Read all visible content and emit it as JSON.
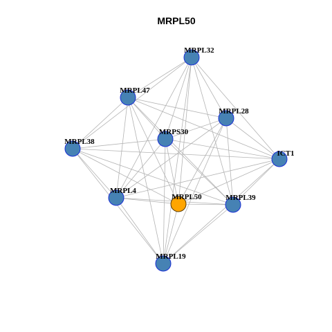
{
  "title": "MRPL50",
  "colors": {
    "node_fill": "#4682b4",
    "node_stroke": "#1a2fd6",
    "focus_fill": "#ffa500",
    "focus_stroke": "#5a3a00",
    "edge": "#b3b3b3"
  },
  "graph": {
    "focus": "MRPL50",
    "nodes": [
      {
        "id": "MRPL32"
      },
      {
        "id": "MRPL47"
      },
      {
        "id": "MRPL28"
      },
      {
        "id": "MRPS30"
      },
      {
        "id": "MRPL38"
      },
      {
        "id": "ICT1"
      },
      {
        "id": "MRPL4"
      },
      {
        "id": "MRPL50"
      },
      {
        "id": "MRPL39"
      },
      {
        "id": "MRPL19"
      }
    ],
    "edges": [
      [
        "MRPL32",
        "MRPL47"
      ],
      [
        "MRPL32",
        "MRPL28"
      ],
      [
        "MRPL32",
        "MRPS30"
      ],
      [
        "MRPL32",
        "MRPL38"
      ],
      [
        "MRPL32",
        "ICT1"
      ],
      [
        "MRPL32",
        "MRPL4"
      ],
      [
        "MRPL32",
        "MRPL50"
      ],
      [
        "MRPL32",
        "MRPL39"
      ],
      [
        "MRPL32",
        "MRPL19"
      ],
      [
        "MRPL47",
        "MRPL28"
      ],
      [
        "MRPL47",
        "MRPS30"
      ],
      [
        "MRPL47",
        "MRPL38"
      ],
      [
        "MRPL47",
        "ICT1"
      ],
      [
        "MRPL47",
        "MRPL4"
      ],
      [
        "MRPL47",
        "MRPL50"
      ],
      [
        "MRPL47",
        "MRPL39"
      ],
      [
        "MRPL47",
        "MRPL19"
      ],
      [
        "MRPL28",
        "MRPS30"
      ],
      [
        "MRPL28",
        "ICT1"
      ],
      [
        "MRPL28",
        "MRPL4"
      ],
      [
        "MRPL28",
        "MRPL50"
      ],
      [
        "MRPL28",
        "MRPL39"
      ],
      [
        "MRPL28",
        "MRPL19"
      ],
      [
        "MRPS30",
        "MRPL38"
      ],
      [
        "MRPS30",
        "ICT1"
      ],
      [
        "MRPS30",
        "MRPL4"
      ],
      [
        "MRPS30",
        "MRPL50"
      ],
      [
        "MRPS30",
        "MRPL39"
      ],
      [
        "MRPS30",
        "MRPL19"
      ],
      [
        "MRPL38",
        "MRPL4"
      ],
      [
        "MRPL38",
        "MRPL50"
      ],
      [
        "MRPL38",
        "MRPL39"
      ],
      [
        "MRPL38",
        "MRPL19"
      ],
      [
        "MRPL38",
        "ICT1"
      ],
      [
        "ICT1",
        "MRPL4"
      ],
      [
        "ICT1",
        "MRPL50"
      ],
      [
        "ICT1",
        "MRPL39"
      ],
      [
        "ICT1",
        "MRPL19"
      ],
      [
        "MRPL4",
        "MRPL50"
      ],
      [
        "MRPL4",
        "MRPL39"
      ],
      [
        "MRPL4",
        "MRPL19"
      ],
      [
        "MRPL50",
        "MRPL39"
      ],
      [
        "MRPL50",
        "MRPL19"
      ],
      [
        "MRPL39",
        "MRPL19"
      ]
    ]
  }
}
